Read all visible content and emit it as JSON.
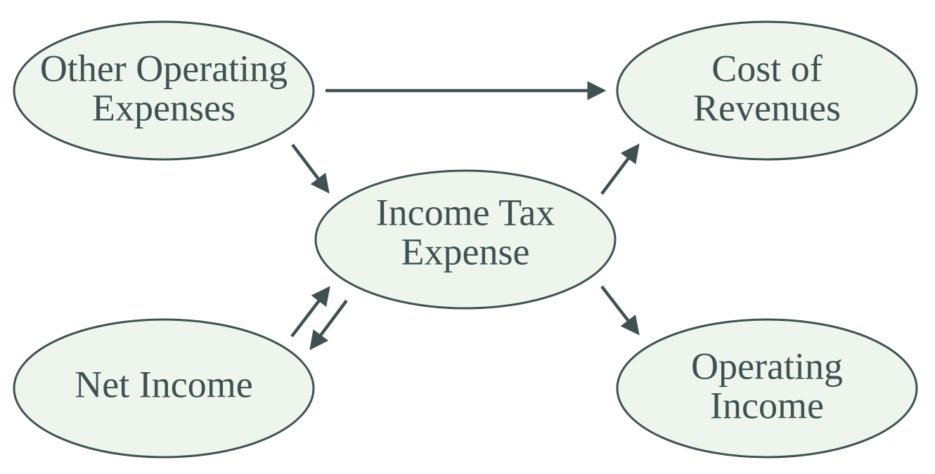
{
  "diagram": {
    "colors": {
      "node_fill": "#eef5ec",
      "node_stroke": "#3f5152",
      "text": "#3f5152",
      "edge": "#3f5152"
    },
    "nodes": [
      {
        "id": "other-operating-expenses",
        "lines": [
          "Other Operating",
          "Expenses"
        ]
      },
      {
        "id": "cost-of-revenues",
        "lines": [
          "Cost of",
          "Revenues"
        ]
      },
      {
        "id": "income-tax-expense",
        "lines": [
          "Income Tax",
          "Expense"
        ]
      },
      {
        "id": "net-income",
        "lines": [
          "Net Income"
        ]
      },
      {
        "id": "operating-income",
        "lines": [
          "Operating",
          "Income"
        ]
      }
    ],
    "edges": [
      {
        "from": "other-operating-expenses",
        "to": "cost-of-revenues"
      },
      {
        "from": "other-operating-expenses",
        "to": "income-tax-expense"
      },
      {
        "from": "income-tax-expense",
        "to": "cost-of-revenues"
      },
      {
        "from": "income-tax-expense",
        "to": "operating-income"
      },
      {
        "from": "net-income",
        "to": "income-tax-expense"
      },
      {
        "from": "income-tax-expense",
        "to": "net-income"
      }
    ]
  }
}
